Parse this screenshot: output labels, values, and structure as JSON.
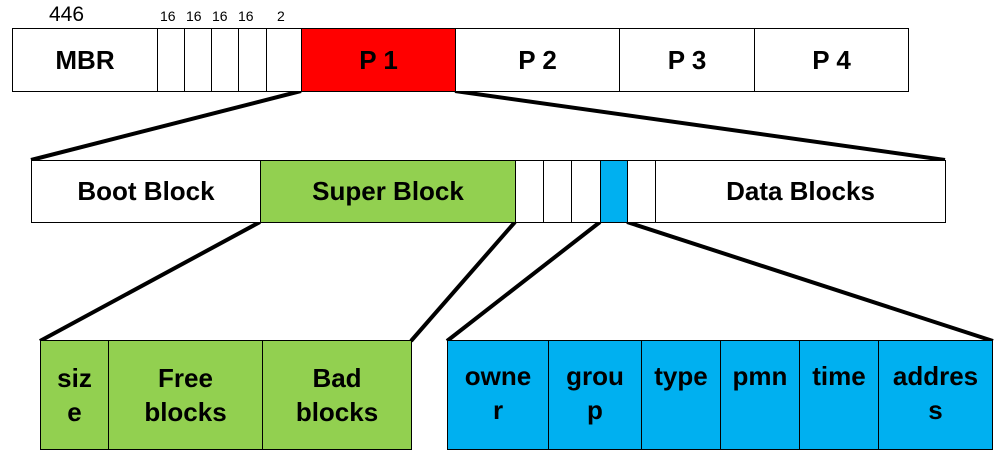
{
  "colors": {
    "partition_highlight": "#ff0000",
    "superblock": "#92d050",
    "inode": "#00b0f0",
    "plain": "#ffffff"
  },
  "disk": {
    "size_labels": {
      "mbr": "446",
      "e1": "16",
      "e2": "16",
      "e3": "16",
      "e4": "16",
      "sig": "2"
    },
    "mbr": "MBR",
    "p1": "P 1",
    "p2": "P 2",
    "p3": "P 3",
    "p4": "P 4"
  },
  "partition": {
    "boot_block": "Boot Block",
    "super_block": "Super  Block",
    "data_blocks": "Data Blocks"
  },
  "superblock_fields": {
    "size_1": "siz",
    "size_2": "e",
    "free_1": "Free",
    "free_2": "blocks",
    "bad_1": "Bad",
    "bad_2": "blocks"
  },
  "inode_fields": {
    "owner_1": "owne",
    "owner_2": "r",
    "group_1": "grou",
    "group_2": "p",
    "type": "type",
    "pmn": "pmn",
    "time": "time",
    "address_1": "addres",
    "address_2": "s"
  }
}
